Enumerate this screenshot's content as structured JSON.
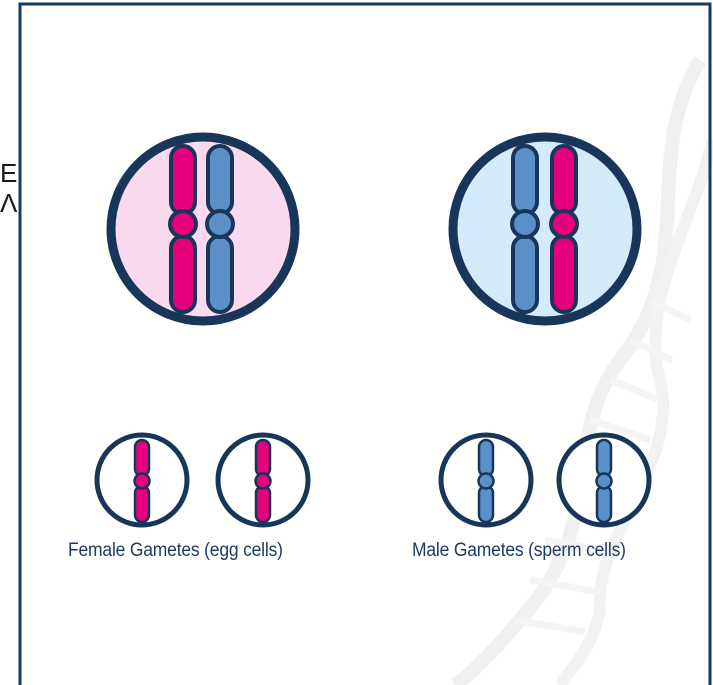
{
  "captions": {
    "female": "Female Gametes (egg cells)",
    "male": "Male Gametes (sperm cells)"
  },
  "edge_fragments": [
    "E",
    "Λ"
  ],
  "colors": {
    "border": "#143a66",
    "magenta": "#e6007e",
    "blue": "#5b8fc7",
    "outline": "#173659",
    "pink_cell": "#fbdaf0",
    "blue_cell": "#d3ebfa",
    "gamete_fill": "#ffffff",
    "caption": "#1f3a63"
  },
  "parent_cells": [
    {
      "name": "female-parent-cell",
      "fill": "pink_cell",
      "chromosomes": [
        "magenta",
        "blue"
      ]
    },
    {
      "name": "male-parent-cell",
      "fill": "blue_cell",
      "chromosomes": [
        "blue",
        "magenta"
      ]
    }
  ],
  "gametes": [
    {
      "name": "female-gamete",
      "chromosome": "magenta"
    },
    {
      "name": "female-gamete",
      "chromosome": "magenta"
    },
    {
      "name": "male-gamete",
      "chromosome": "blue"
    },
    {
      "name": "male-gamete",
      "chromosome": "blue"
    }
  ]
}
